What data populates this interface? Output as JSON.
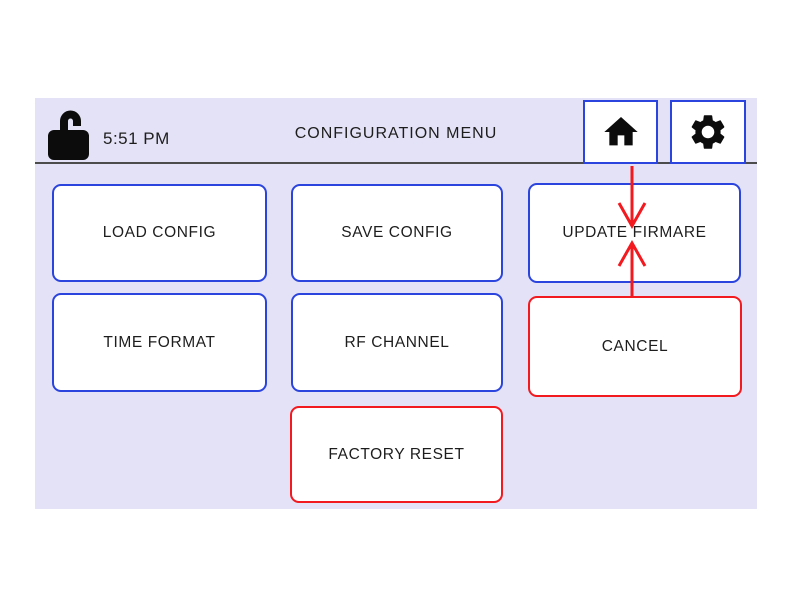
{
  "header": {
    "time": "5:51 PM",
    "title": "CONFIGURATION MENU",
    "lock_icon": "unlocked-padlock-icon",
    "home_icon": "home-icon",
    "settings_icon": "gear-icon"
  },
  "buttons": [
    {
      "id": "load-config",
      "label": "LOAD CONFIG",
      "border": "blue"
    },
    {
      "id": "save-config",
      "label": "SAVE CONFIG",
      "border": "blue"
    },
    {
      "id": "update-firmware",
      "label": "UPDATE FIRMARE",
      "border": "blue"
    },
    {
      "id": "time-format",
      "label": "TIME FORMAT",
      "border": "blue"
    },
    {
      "id": "rf-channel",
      "label": "RF CHANNEL",
      "border": "blue"
    },
    {
      "id": "cancel",
      "label": "CANCEL",
      "border": "red"
    },
    {
      "id": "factory-reset",
      "label": "FACTORY RESET",
      "border": "red"
    }
  ],
  "annotation_arrows": {
    "color": "#f2191f",
    "points_to": "UPDATE FIRMARE",
    "from_top": "home-button",
    "from_bottom": "cancel-button"
  },
  "colors": {
    "panel_bg": "#e4e2f6",
    "accent_blue": "#2b44de",
    "accent_red": "#f2191f",
    "separator": "#4c4c4c",
    "text": "#1d1d1d",
    "button_bg": "#ffffff"
  }
}
